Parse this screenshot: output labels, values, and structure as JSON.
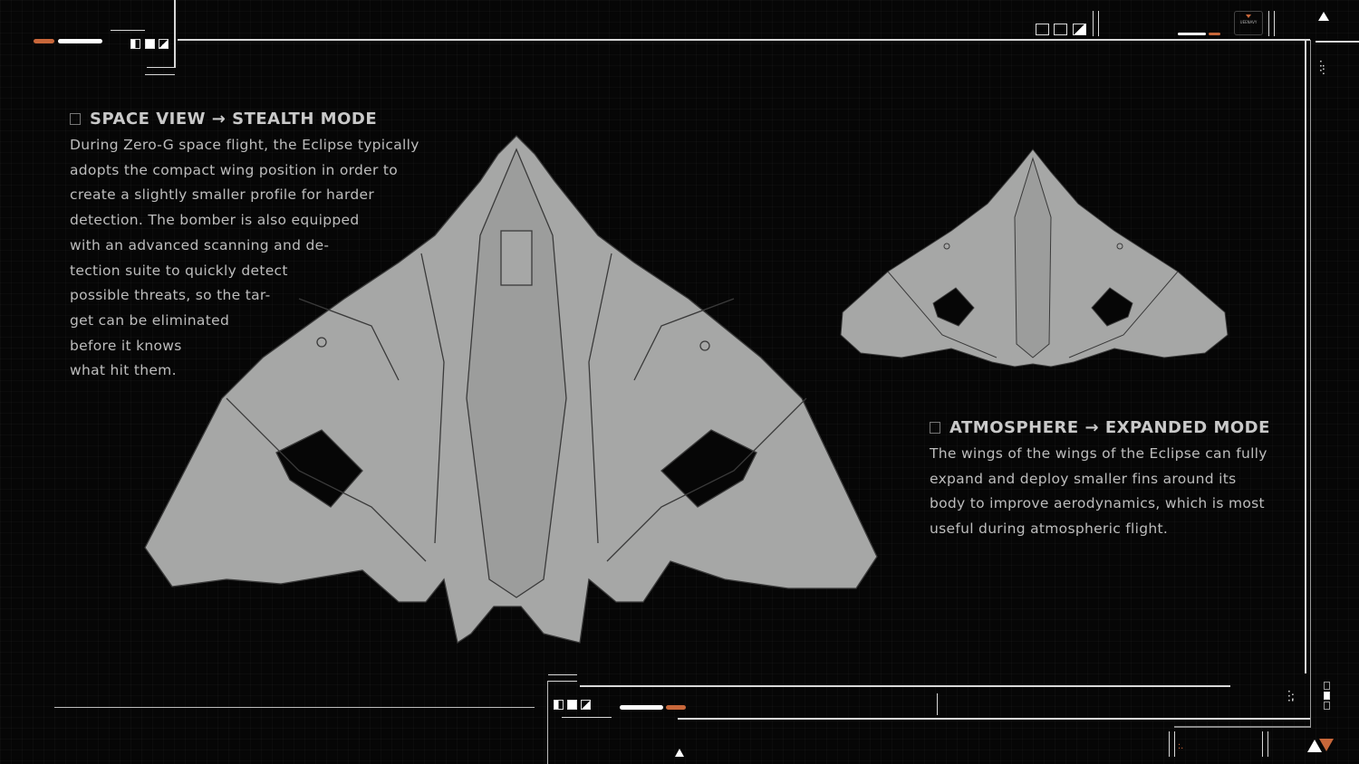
{
  "sections": [
    {
      "heading": "SPACE VIEW → STEALTH MODE",
      "lines": [
        "During Zero-G space flight, the Eclipse typically",
        "adopts the compact wing position in order to",
        "create a slightly smaller profile for harder",
        "detection. The bomber is also equipped",
        "with an advanced scanning and de-",
        "tection suite to quickly detect",
        "possible threats, so the tar-",
        "get can be eliminated",
        "before it knows",
        "what hit them."
      ]
    },
    {
      "heading": "ATMOSPHERE → EXPANDED MODE",
      "lines": [
        "The wings of the wings of the Eclipse can fully",
        "expand and deploy smaller fins around its",
        "body to improve aerodynamics, which is most",
        "useful during atmospheric flight."
      ]
    }
  ],
  "logo_text": "UEENAVY",
  "colors": {
    "accent": "#c8673a",
    "line": "#d8d8d8",
    "ship": "#a6a7a6",
    "background": "#060606"
  }
}
